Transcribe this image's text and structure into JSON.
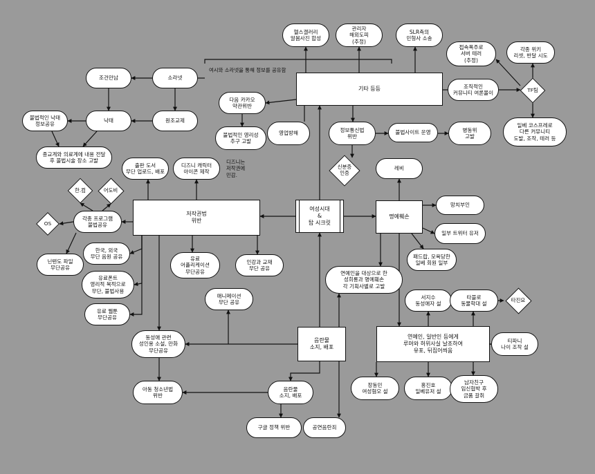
{
  "diagram": {
    "center_label": "여성시대\n&\n탑 시크릿",
    "rect_nodes": {
      "copyright": "저작권법\n위반",
      "etc": "기타 등등",
      "defamation": "명예훼손",
      "obscenity": "음란물\n소지, 배포",
      "rumor": "연예인, 일반인 등에게\n루머와 허위사실 날조하여\n유포, 뒤집어씌움"
    },
    "pill_nodes": {
      "health_gallery": "헬스갤러리\n알몸사진 합성",
      "admin_doxx": "관리자\n해외도피\n(추정)",
      "slr_lawsuit": "SLR측의\n민형사 소송",
      "server_terror": "접속폭주로\n서버 테러\n(추정)",
      "wiki_attempt": "각종 위키\n리셋, 반달 시도",
      "conditional_meet": "조건만남",
      "sora": "소라넷",
      "daum_kakao": "다음 카카오\n약관위반",
      "org_opinion": "조직적인\n커뮤니티 여론몰이",
      "abortion": "낙태",
      "jeongjo": "원조교제",
      "illegal_profit": "불법적인 영리성\n추구 고발",
      "business_obstruction": "영업방해",
      "telecom_law": "정보통신법\n위반",
      "illegal_site": "불법사이트 운영",
      "military_law": "병동위\n고발",
      "cosplay": "일베 코스프레로\n다른 커뮤니티\n도발, 조작, 테러 등",
      "illegal_abortion_info": "불법적인 낙태\n정보공유",
      "religion_report": "종교계와 의료계에 내용 전달\n후 불법시술 장소 고발",
      "paid_books": "출판 도서\n무단 업로드, 배포",
      "disney": "디즈니 캐릭터\n아이콘 제작",
      "rebbi": "레비",
      "manchi": "망치부인",
      "twitter": "일부 트위터 유저",
      "various_programs": "각종 프로그램\n불법공유",
      "pateuram": "패드랍, 모욕당한\n일베 회원 일부",
      "nintendo": "닌텐도 파일\n무단공유",
      "kr_music": "한국, 외국\n무단 음원 공유",
      "paid_apps": "유료\n어플리케이션\n무단공유",
      "lectures": "인강과 교재\n무단 공유",
      "paid_fonts": "유료폰트\n영리적 목적으로\n무단, 불법사용",
      "anime": "애니메이션\n무단 공유",
      "celeb_report": "연예인을 대상으로 한\n성희롱과 명예훼손\n각 기획사별로 고발",
      "paid_webtoon": "유료 웹툰\n무단공유",
      "seoji": "서지수\n동성애자 설",
      "tablo": "타블로\n동물학대 설",
      "tiffany": "티파니\n나이 조작 설",
      "yaoi": "동성애 관련\n성인용 소설, 만화\n무단공유",
      "jangdongmin": "장동민\n여성혐오 설",
      "hongjinho": "홍진호\n일베유저 설",
      "boyfriend": "남자친구\n임신협박 후\n금품 갈취",
      "child_law": "아동 청소년법\n위반",
      "obscenity2": "음란물\n소지, 배포",
      "google_policy": "구글 정책 위반",
      "public_obscenity": "공연음란죄"
    },
    "diamond_nodes": {
      "tf": "TF팀",
      "identity": "신분증\n인증",
      "hancom": "한.컴",
      "adobe": "어도비",
      "os": "OS",
      "tajinyo": "타진요"
    },
    "notes": {
      "sora_brace": "여시와 소라넷을 통해 정보를 공유함",
      "disney_note": "디즈니는\n저작권에\n민감."
    }
  }
}
